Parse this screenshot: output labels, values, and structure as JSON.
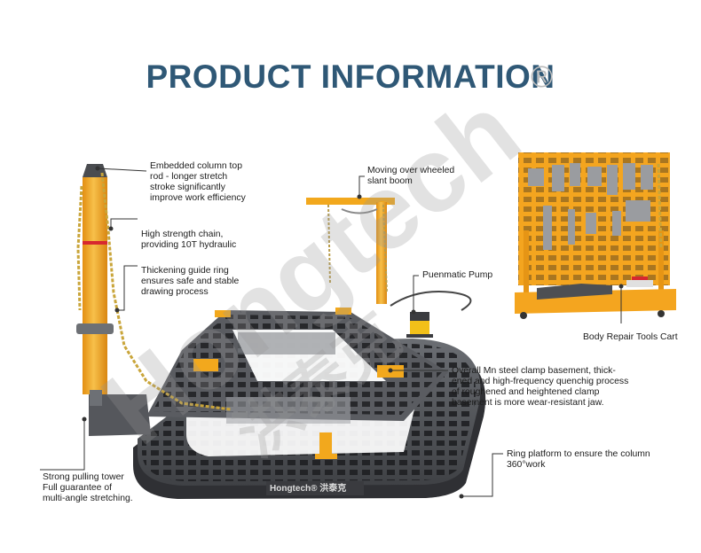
{
  "header": {
    "title": "PRODUCT INFORMATION",
    "registered_mark": "®"
  },
  "callouts": {
    "column_rod": [
      "Embedded column top",
      "rod - longer stretch",
      "stroke significantly",
      "improve work efficiency"
    ],
    "chain": [
      "High strength chain,",
      "providing 10T hydraulic"
    ],
    "guide_ring": [
      "Thickening guide ring",
      "ensures safe and stable",
      "drawing process"
    ],
    "boom": [
      "Moving over wheeled",
      "slant boom"
    ],
    "pump": [
      "Puenmatic Pump"
    ],
    "tools_cart": [
      "Body Repair Tools Cart"
    ],
    "clamp": [
      "Overall Mn steel clamp basement, thick-",
      "ened and high-frequency quenchig process",
      "of roughened and heightened clamp",
      "basement is more wear-resistant jaw."
    ],
    "tower": [
      "Strong pulling tower",
      "Full guarantee of",
      "multi-angle stretching."
    ],
    "ring_platform": [
      "Ring platform to ensure the column",
      "360°work"
    ]
  },
  "brand": {
    "platform_logo": "Hongtech® 洪泰克",
    "watermark": "Hongtech",
    "watermark_cn": "洪泰克"
  },
  "colors": {
    "title": "#2f5876",
    "steel": "#4d4f53",
    "yellow": "#f2a81d",
    "red_band": "#d7282f",
    "board": "#f4a51f"
  }
}
